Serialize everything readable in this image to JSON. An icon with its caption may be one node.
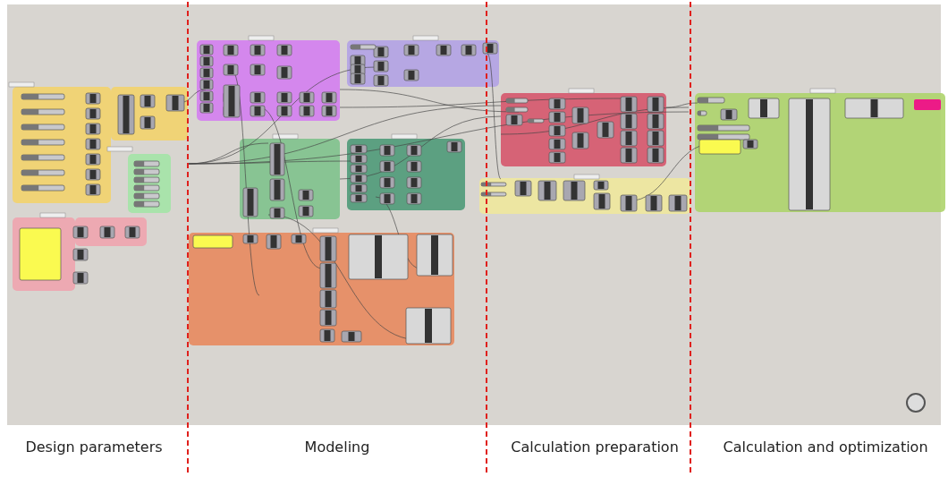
{
  "diagram": {
    "labels": [
      "Design parameters",
      "Modeling",
      "Calculation preparation",
      "Calculation and optimization"
    ]
  }
}
